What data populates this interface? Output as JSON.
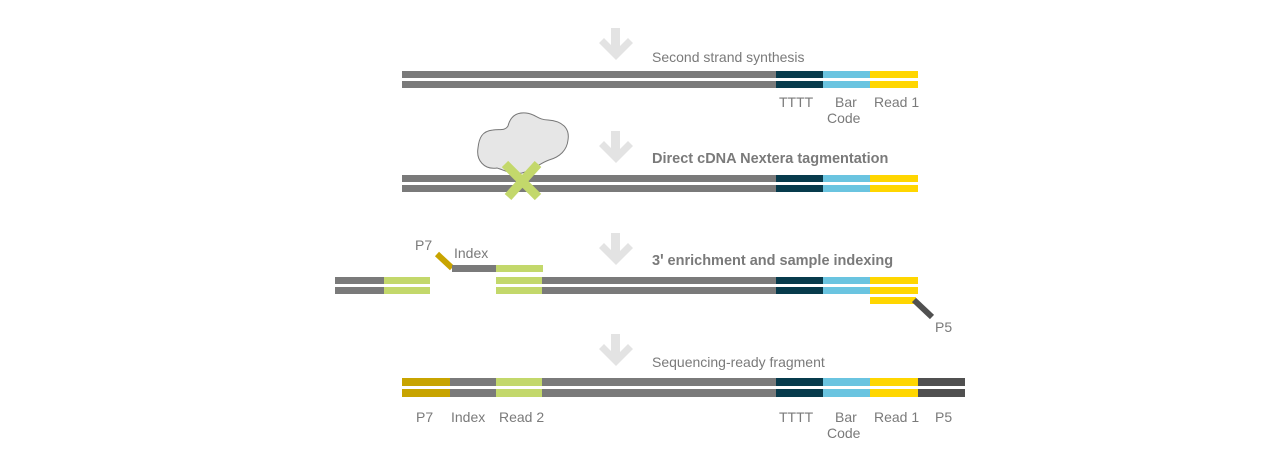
{
  "colors": {
    "cdna": "#7a7a7a",
    "tttt": "#073b4c",
    "barcode": "#6ac4e0",
    "read1": "#ffd600",
    "read2": "#c3d86b",
    "p7": "#c8a400",
    "p5": "#505050",
    "arrow": "#e3e3e3",
    "transposase_fill": "#e6e6e6",
    "transposase_stroke": "#777777"
  },
  "steps": [
    {
      "title": "Second strand synthesis",
      "bold": false,
      "labels": [
        {
          "text": "TTTT"
        },
        {
          "text": "Bar",
          "line2": "Code"
        },
        {
          "text": "Read 1"
        }
      ]
    },
    {
      "title": "Direct cDNA Nextera tagmentation",
      "bold": true,
      "labels": []
    },
    {
      "title": "3ꞌ enrichment and sample indexing",
      "bold": true,
      "labels": [
        {
          "text": "P7"
        },
        {
          "text": "Index"
        },
        {
          "text": "P5"
        }
      ]
    },
    {
      "title": "Sequencing-ready fragment",
      "bold": false,
      "labels": [
        {
          "text": "P7"
        },
        {
          "text": "Index"
        },
        {
          "text": "Read 2"
        },
        {
          "text": "TTTT"
        },
        {
          "text": "Bar",
          "line2": "Code"
        },
        {
          "text": "Read 1"
        },
        {
          "text": "P5"
        }
      ]
    }
  ]
}
